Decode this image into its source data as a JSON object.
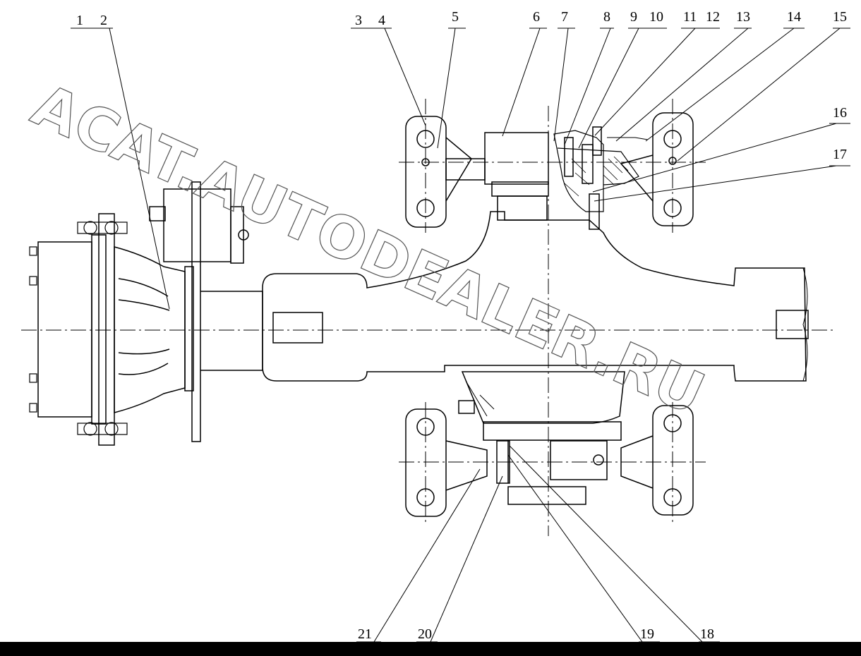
{
  "callouts": {
    "n1": "1",
    "n2": "2",
    "n3": "3",
    "n4": "4",
    "n5": "5",
    "n6": "6",
    "n7": "7",
    "n8": "8",
    "n9": "9",
    "n10": "10",
    "n11": "11",
    "n12": "12",
    "n13": "13",
    "n14": "14",
    "n15": "15",
    "n16": "16",
    "n17": "17",
    "n18": "18",
    "n19": "19",
    "n20": "20",
    "n21": "21"
  },
  "watermark": {
    "text": "ACAT.AUTODEALER.RU"
  },
  "colors": {
    "line": "#000000",
    "watermark": "#555555",
    "background": "#ffffff"
  }
}
